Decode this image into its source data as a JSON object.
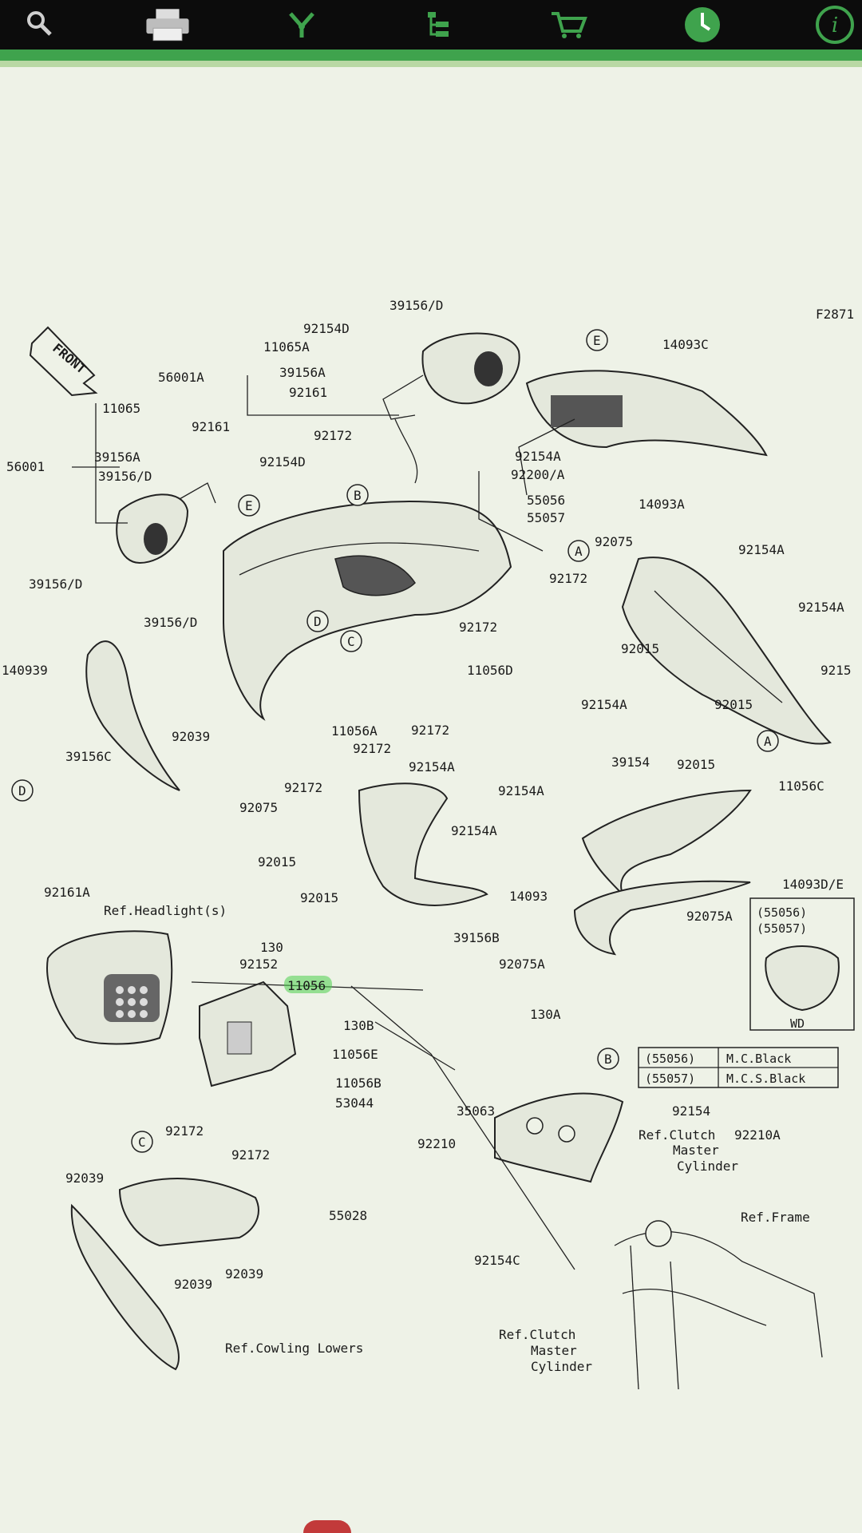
{
  "toolbar": {
    "icons": [
      "search-icon",
      "printer-icon",
      "parts-tree-icon",
      "list-icon",
      "cart-icon",
      "clock-icon",
      "info-icon"
    ]
  },
  "diagram": {
    "figure_id": "F2871",
    "front_arrow": "FRONT",
    "labels": {
      "l39156D_top": "39156/D",
      "l92154D_top": "92154D",
      "l11065A": "11065A",
      "l56001A": "56001A",
      "l39156A_top": "39156A",
      "l92161_top": "92161",
      "l11065": "11065",
      "l92161": "92161",
      "l92172_top": "92172",
      "l56001": "56001",
      "l39156A": "39156A",
      "l39156D_mid": "39156/D",
      "l92154D": "92154D",
      "l92154A_top": "92154A",
      "l92200A": "92200/A",
      "l55056": "55056",
      "l55057": "55057",
      "l14093C": "14093C",
      "l14093A": "14093A",
      "l92075": "92075",
      "l92154A_r1": "92154A",
      "l92154A_r2": "92154A",
      "l9215_edge": "9215",
      "l92172_mid": "92172",
      "l92172_low": "92172",
      "l39156D_left": "39156/D",
      "l39156D_l2": "39156/D",
      "l92015_a": "92015",
      "l92154A_b": "92154A",
      "l92015_b": "92015",
      "l140939": "140939",
      "l11056D": "11056D",
      "l11056A": "11056A",
      "l92172_c": "92172",
      "l92172_d": "92172",
      "l92039": "92039",
      "l39156C": "39156C",
      "l92154A_c": "92154A",
      "l92154A_d": "92154A",
      "l92154A_e": "92154A",
      "l92075_b": "92075",
      "l92172_e": "92172",
      "l92015_c": "92015",
      "l92015_d": "92015",
      "l14093": "14093",
      "l39156B": "39156B",
      "l39154": "39154",
      "l92015_e": "92015",
      "l11056C": "11056C",
      "l14093DE": "14093D/E",
      "l92075A_a": "92075A",
      "l92075A_b": "92075A",
      "l92161A": "92161A",
      "l_ref_headlight": "Ref.Headlight(s)",
      "l130": "130",
      "l92152": "92152",
      "l11056": "11056",
      "l130B": "130B",
      "l11056E": "11056E",
      "l11056B": "11056B",
      "l53044": "53044",
      "l35063": "35063",
      "l92210": "92210",
      "l130A": "130A",
      "l92154": "92154",
      "l_ref_clutch1": "Ref.Clutch",
      "l92210A": "92210A",
      "l_master1": "Master",
      "l_cyl1": "Cylinder",
      "l92172_f": "92172",
      "l92172_g": "92172",
      "l92039_b": "92039",
      "l55028": "55028",
      "l92039_c": "92039",
      "l92039_d": "92039",
      "l_ref_frame": "Ref.Frame",
      "l92154C": "92154C",
      "l_ref_clutch2": "Ref.Clutch",
      "l_master2": "Master",
      "l_cyl2": "Cylinder",
      "l_ref_cowl": "Ref.Cowling Lowers",
      "l_wd": "WD",
      "inset_55056": "(55056)",
      "inset_55057": "(55057)"
    },
    "callouts": [
      "A",
      "B",
      "C",
      "D",
      "E"
    ],
    "table": [
      {
        "code": "(55056)",
        "desc": "M.C.Black"
      },
      {
        "code": "(55057)",
        "desc": "M.C.S.Black"
      }
    ]
  }
}
